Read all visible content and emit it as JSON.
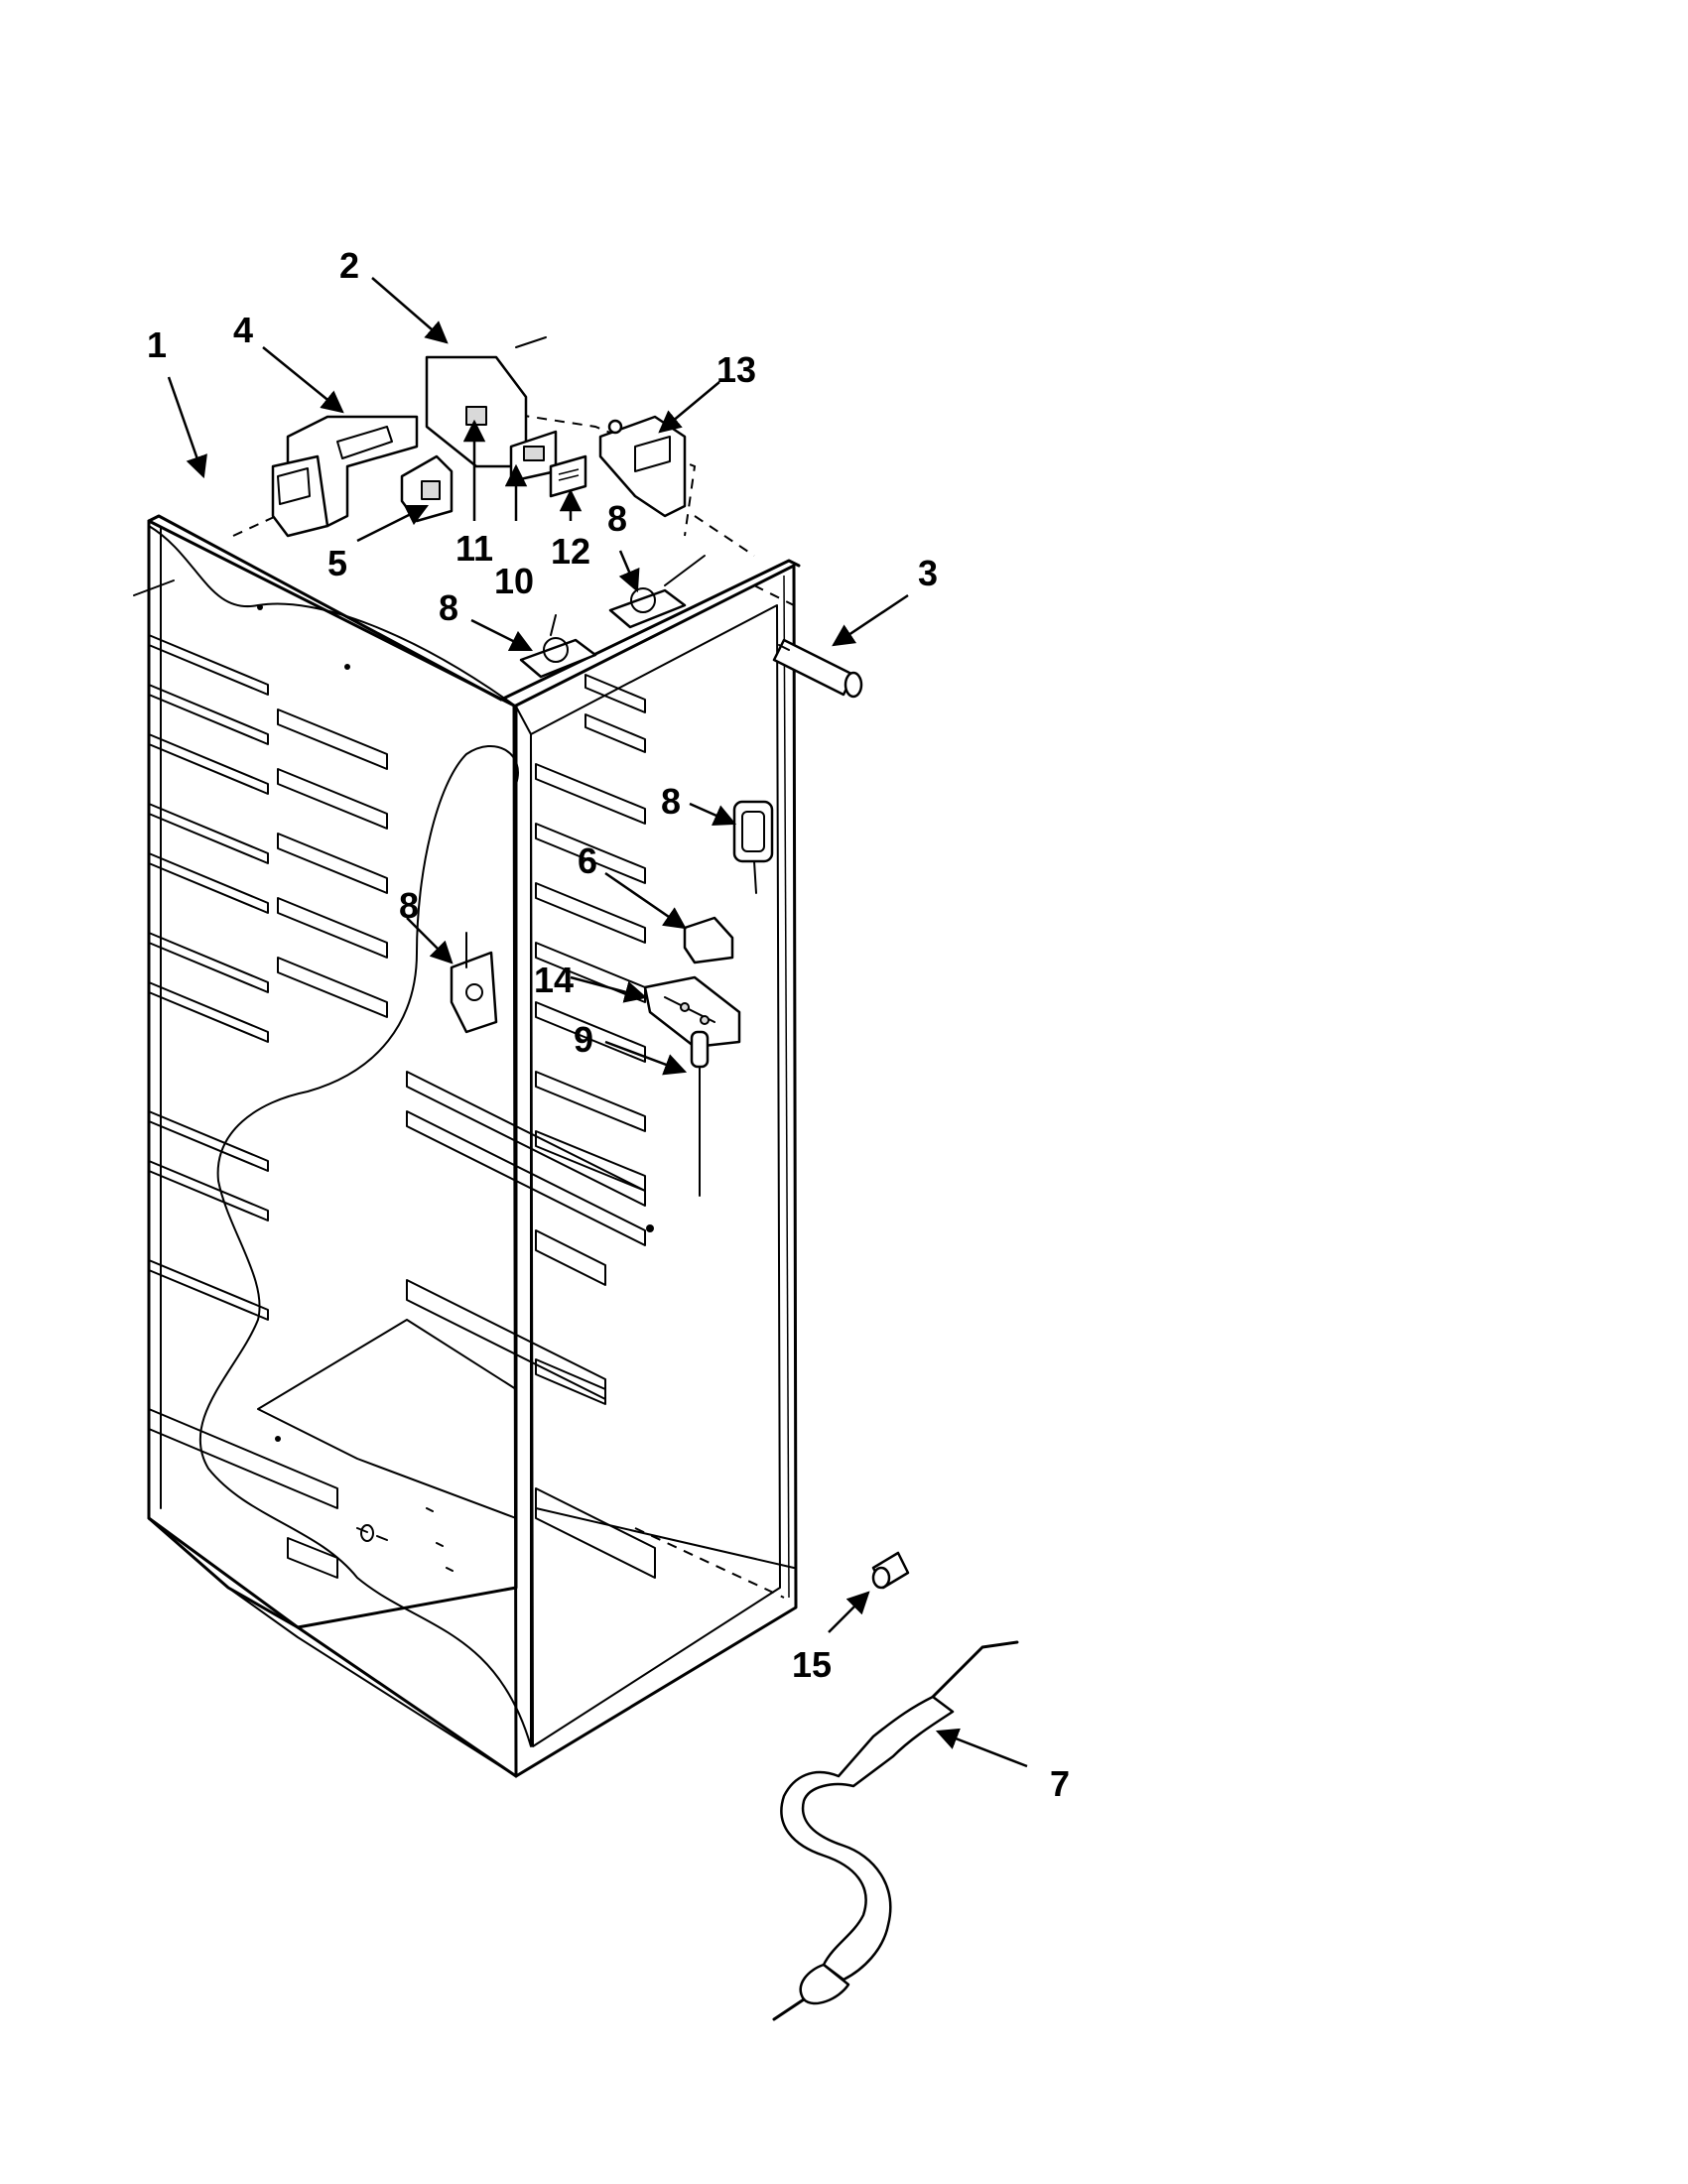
{
  "diagram": {
    "callouts": [
      {
        "id": "c1",
        "text": "1"
      },
      {
        "id": "c2",
        "text": "2"
      },
      {
        "id": "c3",
        "text": "3"
      },
      {
        "id": "c4",
        "text": "4"
      },
      {
        "id": "c5",
        "text": "5"
      },
      {
        "id": "c6",
        "text": "6"
      },
      {
        "id": "c7",
        "text": "7"
      },
      {
        "id": "c8a",
        "text": "8"
      },
      {
        "id": "c8b",
        "text": "8"
      },
      {
        "id": "c8c",
        "text": "8"
      },
      {
        "id": "c8d",
        "text": "8"
      },
      {
        "id": "c9",
        "text": "9"
      },
      {
        "id": "c10",
        "text": "10"
      },
      {
        "id": "c11",
        "text": "11"
      },
      {
        "id": "c12",
        "text": "12"
      },
      {
        "id": "c13",
        "text": "13"
      },
      {
        "id": "c14",
        "text": "14"
      },
      {
        "id": "c15",
        "text": "15"
      }
    ]
  }
}
